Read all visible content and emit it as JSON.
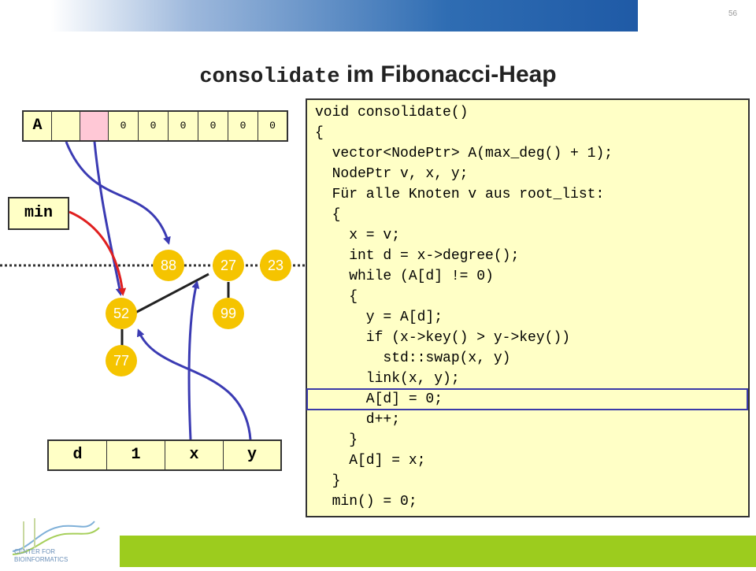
{
  "page_number": "56",
  "title": {
    "code": "consolidate",
    "text": " im Fibonacci-Heap"
  },
  "array_A": {
    "label": "A",
    "cells": [
      "",
      "",
      "0",
      "0",
      "0",
      "0",
      "0",
      "0"
    ],
    "highlighted_cell": 1
  },
  "min_label": "min",
  "vars": {
    "d_label": "d",
    "d_value": "1",
    "x_label": "x",
    "y_label": "y"
  },
  "nodes": [
    "88",
    "27",
    "23",
    "52",
    "99",
    "77"
  ],
  "code_lines": [
    "void consolidate()",
    "{",
    "  vector<NodePtr> A(max_deg() + 1);",
    "  NodePtr v, x, y;",
    "  Für alle Knoten v aus root_list:",
    "  {",
    "    x = v;",
    "    int d = x->degree();",
    "    while (A[d] != 0)",
    "    {",
    "      y = A[d];",
    "      if (x->key() > y->key())",
    "        std::swap(x, y)",
    "      link(x, y);",
    "      A[d] = 0;",
    "      d++;",
    "    }",
    "    A[d] = x;",
    "  }",
    "  min() = 0;"
  ],
  "highlighted_code_line": 14,
  "logo_text": [
    "CENTER FOR",
    "BIOINFORMATICS"
  ],
  "colors": {
    "node": "#f5c400",
    "code_bg": "#ffffc6",
    "arrow_blue": "#3b3bb3",
    "arrow_red": "#e02020",
    "highlight_cell": "#ffc8d6",
    "bar_green": "#9ccc1e"
  }
}
